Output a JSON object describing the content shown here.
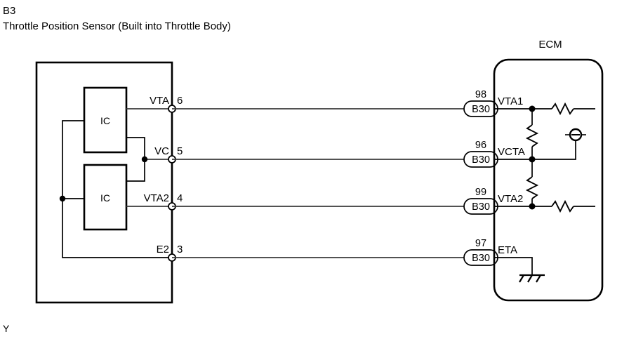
{
  "diagram": {
    "type": "automotive-wiring-diagram",
    "header": {
      "component_code": "B3",
      "component_name": "Throttle Position Sensor (Built into Throttle Body)"
    },
    "footer": {
      "wire_color_code": "Y"
    },
    "ecm": {
      "label": "ECM",
      "pins": [
        {
          "signal": "VTA1",
          "connector": "B30",
          "terminal": "98"
        },
        {
          "signal": "VCTA",
          "connector": "B30",
          "terminal": "96"
        },
        {
          "signal": "VTA2",
          "connector": "B30",
          "terminal": "99"
        },
        {
          "signal": "ETA",
          "connector": "B30",
          "terminal": "97"
        }
      ]
    },
    "sensor": {
      "internal_blocks": [
        {
          "label": "IC"
        },
        {
          "label": "IC"
        }
      ],
      "terminals": [
        {
          "signal": "VTA",
          "pin": "6"
        },
        {
          "signal": "VC",
          "pin": "5"
        },
        {
          "signal": "VTA2",
          "pin": "4"
        },
        {
          "signal": "E2",
          "pin": "3"
        }
      ]
    },
    "symbols": {
      "ground": "chassis-ground",
      "power_source": "power-source-circle",
      "resistors": 4
    },
    "colors": {
      "line": "#000000",
      "wire": "#3a3a3a",
      "background": "#ffffff"
    }
  }
}
